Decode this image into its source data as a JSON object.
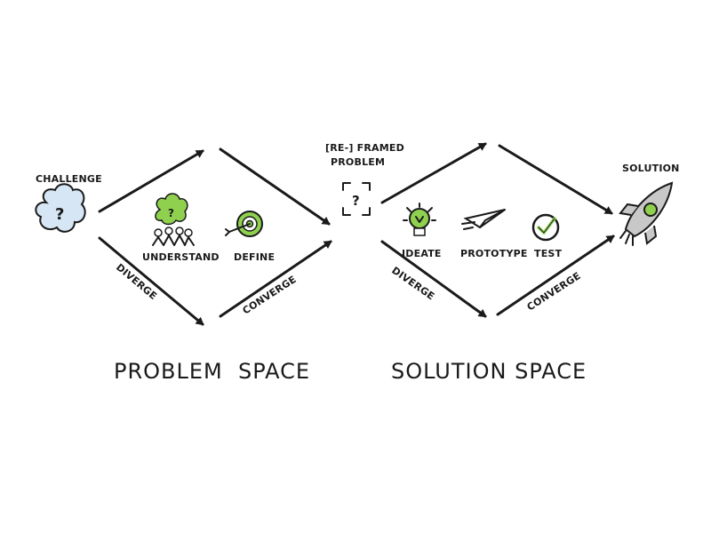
{
  "labels": {
    "challenge": "CHALLENGE",
    "reframed_line1": "[RE-] FRAMED",
    "reframed_line2": "PROBLEM",
    "solution": "SOLUTION",
    "understand": "UNDERSTAND",
    "define": "DEFINE",
    "ideate": "IDEATE",
    "prototype": "PROTOTYPE",
    "test": "TEST",
    "diverge_left": "DIVERGE",
    "converge_left": "CONVERGE",
    "diverge_right": "DIVERGE",
    "converge_right": "CONVERGE",
    "problem_space": "PROBLEM  SPACE",
    "solution_space": "SOLUTION SPACE",
    "question_mark": "?",
    "reframed_question": "?"
  },
  "colors": {
    "ink": "#1a1a1a",
    "accent_green": "#8fd14f",
    "cloud_blue": "#d6e6f5",
    "rocket_gray": "#c8c8c8"
  },
  "icons": [
    "question-cloud-icon",
    "thinking-people-icon",
    "target-icon",
    "framed-question-icon",
    "lightbulb-icon",
    "paper-plane-icon",
    "checkmark-circle-icon",
    "rocket-icon"
  ]
}
